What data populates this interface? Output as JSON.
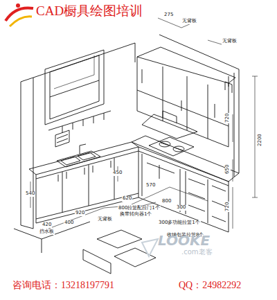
{
  "diagram": {
    "title": "CAD橱具绘图培训",
    "labels": [
      "275",
      "无背板",
      "无背板",
      "2200",
      "720",
      "650",
      "720",
      "540",
      "450",
      "570",
      "620",
      "800",
      "800拉篮配拉门1个",
      "换带转向器1个",
      "300",
      "920",
      "无背板",
      "300多功能拉篮1个",
      "400",
      "收纳包装拉篮8个",
      "420",
      "挡水板",
      "LOOKE",
      ".com老客",
      "咨询电话：13218197791",
      "QQ：24982292"
    ]
  }
}
